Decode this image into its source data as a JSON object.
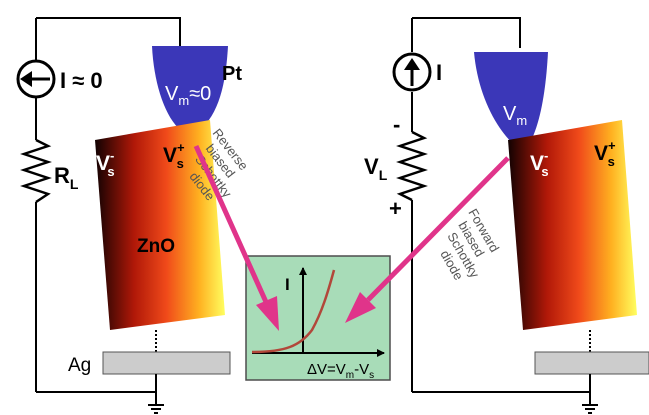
{
  "left_circuit": {
    "current_label": "I ≈ 0",
    "resistor_label": "R",
    "resistor_sub": "L",
    "tip_label": "V",
    "tip_sub": "m",
    "tip_suffix": "≈0",
    "tip_material": "Pt",
    "crystal_label": "ZnO",
    "v_minus": "V",
    "v_minus_sup": "-",
    "v_minus_sub": "s",
    "v_plus": "V",
    "v_plus_sup": "+",
    "v_plus_sub": "s",
    "electrode_label": "Ag",
    "diode_note": [
      "Reverse",
      "biased",
      "Schottky",
      "diode"
    ]
  },
  "right_circuit": {
    "current_label": "I",
    "source_label": "V",
    "source_sub": "L",
    "minus_sign": "-",
    "plus_sign": "+",
    "tip_label": "V",
    "tip_sub": "m",
    "v_minus": "V",
    "v_minus_sup": "-",
    "v_minus_sub": "s",
    "v_plus": "V",
    "v_plus_sup": "+",
    "v_plus_sub": "s",
    "diode_note": [
      "Forward",
      "biased",
      "Schottky",
      "diode"
    ]
  },
  "iv_inset": {
    "y_label": "I",
    "x_label_prefix": "ΔV=V",
    "x_label_sub1": "m",
    "x_label_mid": "-V",
    "x_label_sub2": "s"
  },
  "colors": {
    "tip": "#3b37b8",
    "arrow": "#e0348a",
    "inset_bg": "#a8dcb8",
    "curve": "#b2473a",
    "electrode": "#cccccc"
  }
}
